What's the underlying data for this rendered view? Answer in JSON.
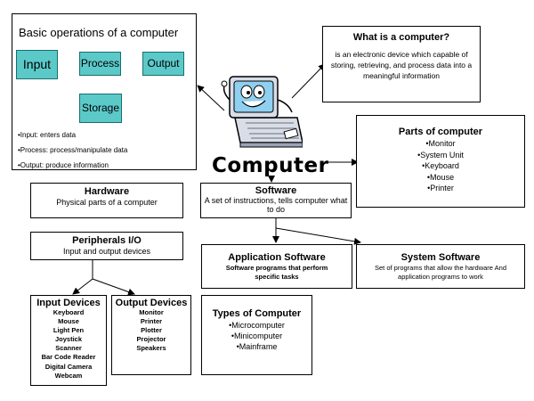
{
  "basic_ops": {
    "title": "Basic operations of a computer",
    "input": "Input",
    "process": "Process",
    "output": "Output",
    "storage": "Storage",
    "notes": [
      "•Input: enters data",
      "•Process: process/manipulate  data",
      "•Output: produce information"
    ]
  },
  "what_is": {
    "title": "What is a computer?",
    "body": "is an electronic device which capable of storing, retrieving, and process data into a meaningful information"
  },
  "parts": {
    "title": "Parts of computer",
    "items": [
      "•Monitor",
      "•System Unit",
      "•Keyboard",
      "•Mouse",
      "•Printer"
    ]
  },
  "computer_label": "Computer",
  "hardware": {
    "title": "Hardware",
    "body": "Physical parts of a computer"
  },
  "software": {
    "title": "Software",
    "body": "A set of instructions, tells computer what to do"
  },
  "peripherals": {
    "title": "Peripherals I/O",
    "body": "Input and output devices"
  },
  "app_software": {
    "title": "Application Software",
    "body": "Software programs that perform specific tasks"
  },
  "system_software": {
    "title": "System Software",
    "body": "Set of programs that allow the hardware And application programs to work"
  },
  "input_devices": {
    "title": "Input Devices",
    "items": [
      "Keyboard",
      "Mouse",
      "Light Pen",
      "Joystick",
      "Scanner",
      "Bar Code Reader",
      "Digital Camera",
      "Webcam"
    ]
  },
  "output_devices": {
    "title": "Output Devices",
    "items": [
      "Monitor",
      "Printer",
      "Plotter",
      "Projector",
      "Speakers"
    ]
  },
  "types": {
    "title": "Types of Computer",
    "items": [
      "•Microcomputer",
      "•Minicomputer",
      "•Mainframe"
    ]
  },
  "colors": {
    "teal": "#5cc9c9",
    "screen": "#8fd0f0",
    "body": "#d8dde8"
  }
}
